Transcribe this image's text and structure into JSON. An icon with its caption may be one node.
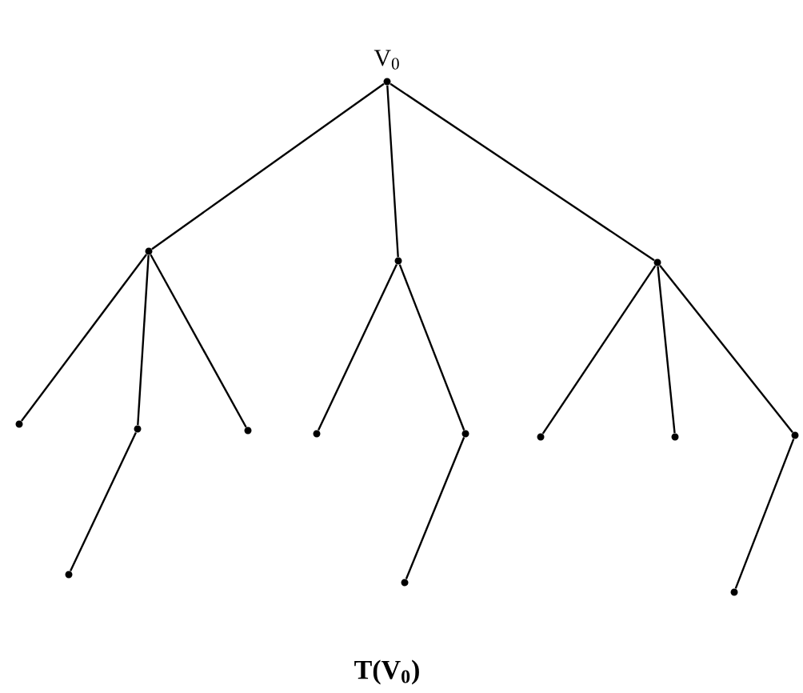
{
  "diagram": {
    "caption": "T(V$_{0}$)",
    "nodes": [
      {
        "text": [
          "V$_{0}$"
        ]
      },
      {
        "text": [],
        "shape": "circle"
      },
      {
        "text": [],
        "shape": "circle"
      },
      {
        "text": [],
        "shape": "circle"
      },
      {
        "text": [],
        "shape": "circle"
      },
      {
        "text": [],
        "shape": "circle"
      },
      {
        "text": [],
        "shape": "circle"
      },
      {
        "text": [],
        "shape": "circle"
      },
      {
        "text": [],
        "shape": "circle"
      },
      {
        "text": [],
        "shape": "circle"
      },
      {
        "text": [],
        "shape": "circle"
      },
      {
        "text": [],
        "shape": "circle"
      },
      {
        "text": [],
        "shape": "circle"
      },
      {
        "text": [],
        "shape": "circle"
      },
      {
        "text": [],
        "shape": "circle"
      }
    ],
    "edges": [
      {
        "from": 0,
        "to": 1,
        "arrow": "none"
      },
      {
        "from": 0,
        "to": 2,
        "arrow": "none"
      },
      {
        "from": 0,
        "to": 3,
        "arrow": "none"
      },
      {
        "from": 1,
        "to": 4,
        "arrow": "none"
      },
      {
        "from": 1,
        "to": 5,
        "arrow": "none"
      },
      {
        "from": 1,
        "to": 6,
        "arrow": "none"
      },
      {
        "from": 2,
        "to": 7,
        "arrow": "none"
      },
      {
        "from": 2,
        "to": 8,
        "arrow": "none"
      },
      {
        "from": 3,
        "to": 9,
        "arrow": "none"
      },
      {
        "from": 3,
        "to": 10,
        "arrow": "none"
      },
      {
        "from": 3,
        "to": 11,
        "arrow": "none"
      },
      {
        "from": 5,
        "to": 12,
        "arrow": "none"
      },
      {
        "from": 8,
        "to": 13,
        "arrow": "none"
      },
      {
        "from": 11,
        "to": 14,
        "arrow": "none"
      }
    ]
  }
}
